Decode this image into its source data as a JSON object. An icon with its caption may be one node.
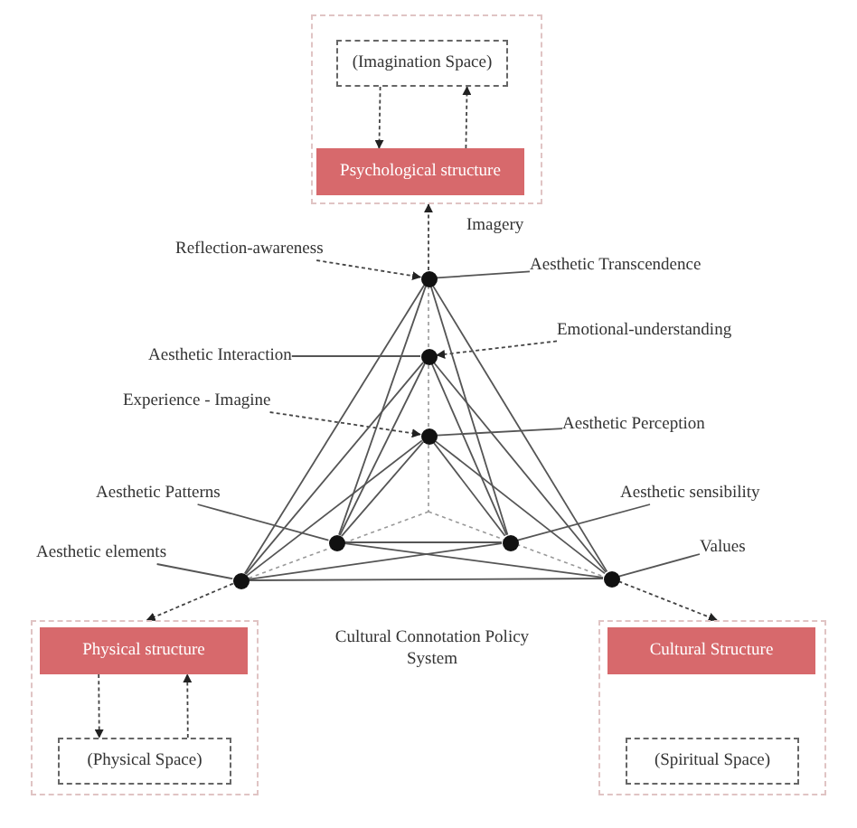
{
  "diagram": {
    "nodes": [
      {
        "text": [],
        "shape": "box"
      },
      {
        "text": [
          "(Imagination Space)"
        ],
        "in": 0
      },
      {
        "text": [
          "Psychological structure"
        ],
        "in": 0
      },
      {
        "text": [
          "Reflection-awareness"
        ]
      },
      {
        "text": [
          "Aesthetic Transcendence"
        ]
      },
      {
        "text": [],
        "shape": "circle"
      },
      {
        "text": [
          "Emotional-understanding"
        ]
      },
      {
        "text": [
          "Aesthetic Interaction"
        ]
      },
      {
        "text": [],
        "shape": "circle"
      },
      {
        "text": [
          "Experience - Imagine"
        ]
      },
      {
        "text": [
          "Aesthetic Perception"
        ]
      },
      {
        "text": [],
        "shape": "circle"
      },
      {
        "text": [
          "Aesthetic Patterns"
        ]
      },
      {
        "text": [
          "Aesthetic sensibility"
        ]
      },
      {
        "text": [],
        "shape": "circle"
      },
      {
        "text": [],
        "shape": "circle"
      },
      {
        "text": [
          "Values"
        ]
      },
      {
        "text": [
          "Aesthetic elements"
        ]
      },
      {
        "text": [],
        "shape": "circle"
      },
      {
        "text": [],
        "shape": "circle"
      },
      {
        "text": [],
        "shape": "box"
      },
      {
        "text": [
          "Physical structure"
        ],
        "in": 20
      },
      {
        "text": [
          "(Physical Space)"
        ],
        "in": 20
      },
      {
        "text": [],
        "shape": "box"
      },
      {
        "text": [
          "Cultural Structure"
        ],
        "in": 23
      },
      {
        "text": [
          "(Spiritual Space)"
        ],
        "in": 23
      }
    ],
    "edges": [
      {
        "from": 1,
        "to": 2,
        "arrow": "to",
        "style": "dashed"
      },
      {
        "from": 2,
        "to": 1,
        "arrow": "to",
        "style": "dashed"
      },
      {
        "from": 5,
        "to": 0,
        "arrow": "to",
        "style": "dashed",
        "label": "Imagery"
      },
      {
        "from": 3,
        "to": 5,
        "arrow": "to",
        "style": "dashed"
      },
      {
        "from": 6,
        "to": 8,
        "arrow": "to",
        "style": "dashed"
      },
      {
        "from": 9,
        "to": 11,
        "arrow": "to",
        "style": "dashed"
      },
      {
        "from": 4,
        "to": 5,
        "arrow": "none"
      },
      {
        "from": 7,
        "to": 8,
        "arrow": "none"
      },
      {
        "from": 10,
        "to": 11,
        "arrow": "none"
      },
      {
        "from": 12,
        "to": 14,
        "arrow": "none"
      },
      {
        "from": 13,
        "to": 15,
        "arrow": "none"
      },
      {
        "from": 16,
        "to": 19,
        "arrow": "none"
      },
      {
        "from": 17,
        "to": 18,
        "arrow": "none"
      },
      {
        "from": 5,
        "to": 18,
        "arrow": "none"
      },
      {
        "from": 5,
        "to": 14,
        "arrow": "none"
      },
      {
        "from": 5,
        "to": 15,
        "arrow": "none"
      },
      {
        "from": 5,
        "to": 19,
        "arrow": "none"
      },
      {
        "from": 8,
        "to": 18,
        "arrow": "none"
      },
      {
        "from": 8,
        "to": 14,
        "arrow": "none"
      },
      {
        "from": 8,
        "to": 15,
        "arrow": "none"
      },
      {
        "from": 8,
        "to": 19,
        "arrow": "none"
      },
      {
        "from": 11,
        "to": 18,
        "arrow": "none"
      },
      {
        "from": 11,
        "to": 14,
        "arrow": "none"
      },
      {
        "from": 11,
        "to": 15,
        "arrow": "none"
      },
      {
        "from": 11,
        "to": 19,
        "arrow": "none"
      },
      {
        "from": 18,
        "to": 19,
        "arrow": "none"
      },
      {
        "from": 14,
        "to": 15,
        "arrow": "none"
      },
      {
        "from": 18,
        "to": 15,
        "arrow": "none"
      },
      {
        "from": 14,
        "to": 19,
        "arrow": "none"
      },
      {
        "from": 18,
        "to": 20,
        "arrow": "to",
        "style": "dashed"
      },
      {
        "from": 19,
        "to": 23,
        "arrow": "to",
        "style": "dashed"
      },
      {
        "from": 21,
        "to": 22,
        "arrow": "to",
        "style": "dashed"
      },
      {
        "from": 22,
        "to": 21,
        "arrow": "to",
        "style": "dashed"
      }
    ],
    "labels": [
      "Cultural Connotation Policy System"
    ]
  }
}
